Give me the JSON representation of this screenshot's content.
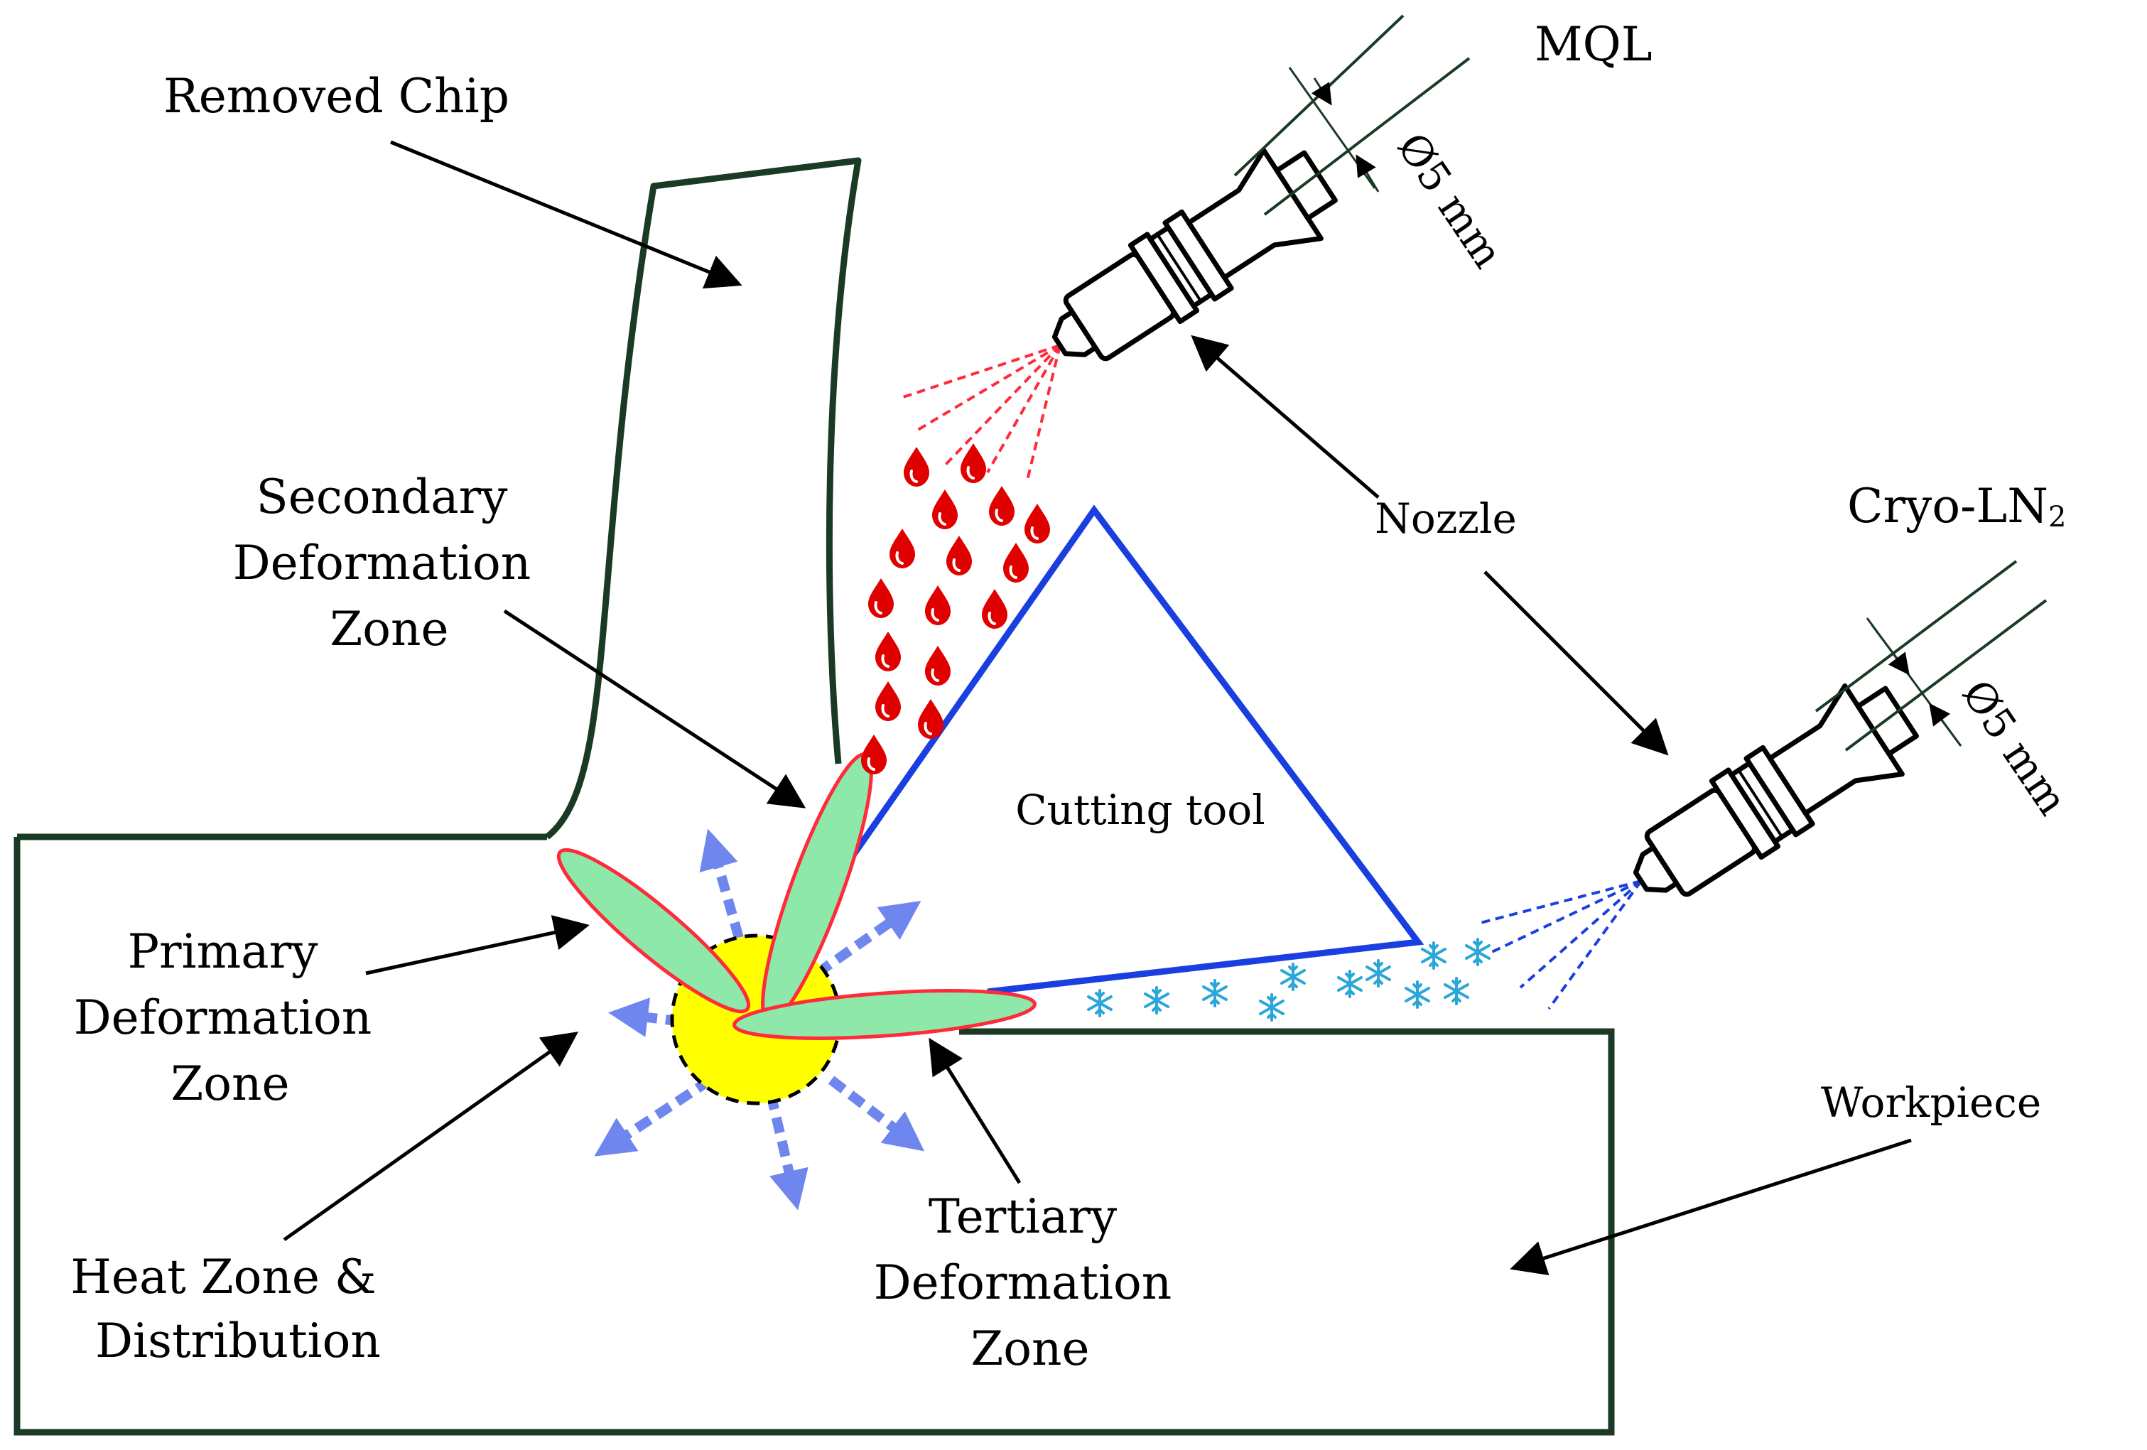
{
  "labels": {
    "removed_chip": "Removed Chip",
    "secondary": [
      "Secondary",
      "Deformation",
      "Zone"
    ],
    "primary": [
      "Primary",
      "Deformation",
      "Zone"
    ],
    "heat": [
      "Heat Zone &",
      "Distribution"
    ],
    "tertiary": [
      "Tertiary",
      "Deformation",
      "Zone"
    ],
    "cutting_tool": "Cutting tool",
    "workpiece": "Workpiece",
    "nozzle": "Nozzle",
    "mql": "MQL",
    "cryo_main": "Cryo-LN",
    "cryo_sub": "2",
    "diameter_1": "Ø5 mm",
    "diameter_2": "Ø5 mm"
  },
  "colors": {
    "outline": "#1b3a24",
    "tool": "#1a3fe0",
    "zone_fill": "#8ee8a9",
    "zone_stroke": "#ff2a3a",
    "heat_fill": "#ffff00",
    "heat_arrow": "#6f86ee",
    "droplet": "#e00000",
    "mql_spray": "#ff2a3a",
    "cryo_spray": "#1a3fe0",
    "snowflake": "#2aa6d8"
  },
  "icons": {
    "droplet": "droplet-icon",
    "snowflake": "snowflake-icon",
    "nozzle": "nozzle-icon"
  }
}
